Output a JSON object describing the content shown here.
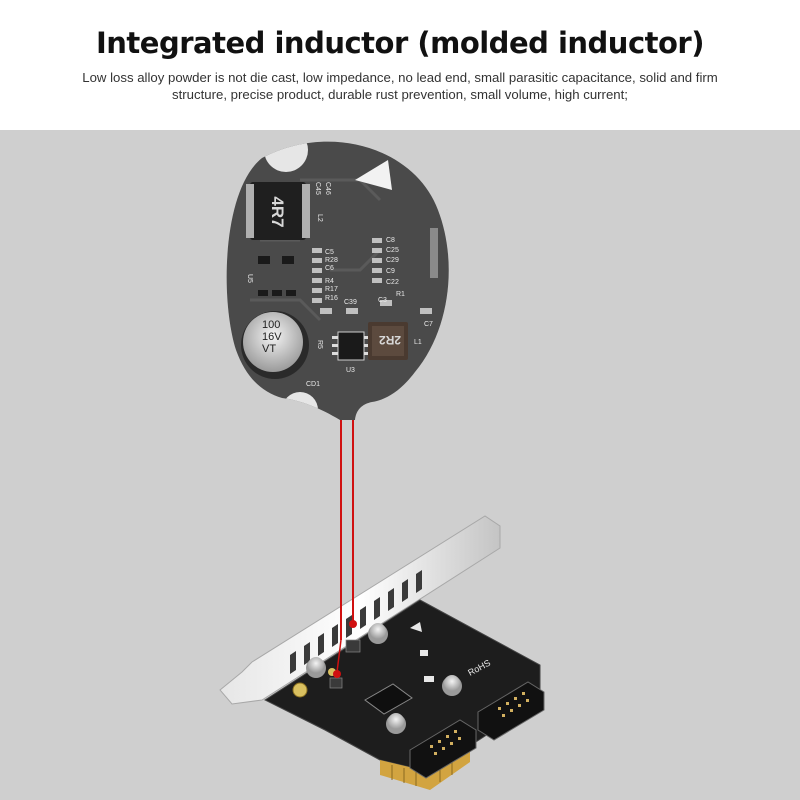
{
  "header": {
    "title": "Integrated inductor (molded inductor)",
    "description": "Low loss alloy powder is not die cast, low impedance, no lead end, small parasitic capacitance, solid and firm structure, precise product, durable rust prevention, small volume, high current;"
  },
  "zoom_pcb": {
    "silkscreen": [
      "C45",
      "C46",
      "L2",
      "C5",
      "R28",
      "C6",
      "R4",
      "R17",
      "R16",
      "U5",
      "C8",
      "C25",
      "C29",
      "C9",
      "C22",
      "R1",
      "C39",
      "C3",
      "C7",
      "R5",
      "U3",
      "L1",
      "CD1"
    ],
    "inductor_large_marking": "4R7",
    "inductor_small_marking": "2R2",
    "capacitor_marking": [
      "100",
      "16V",
      "VT"
    ]
  },
  "card": {
    "marks": [
      "RoHS"
    ]
  },
  "colors": {
    "background_gray": "#cfcfcf",
    "pcb_dark": "#2b2b2b",
    "pointer_red": "#d01010"
  }
}
